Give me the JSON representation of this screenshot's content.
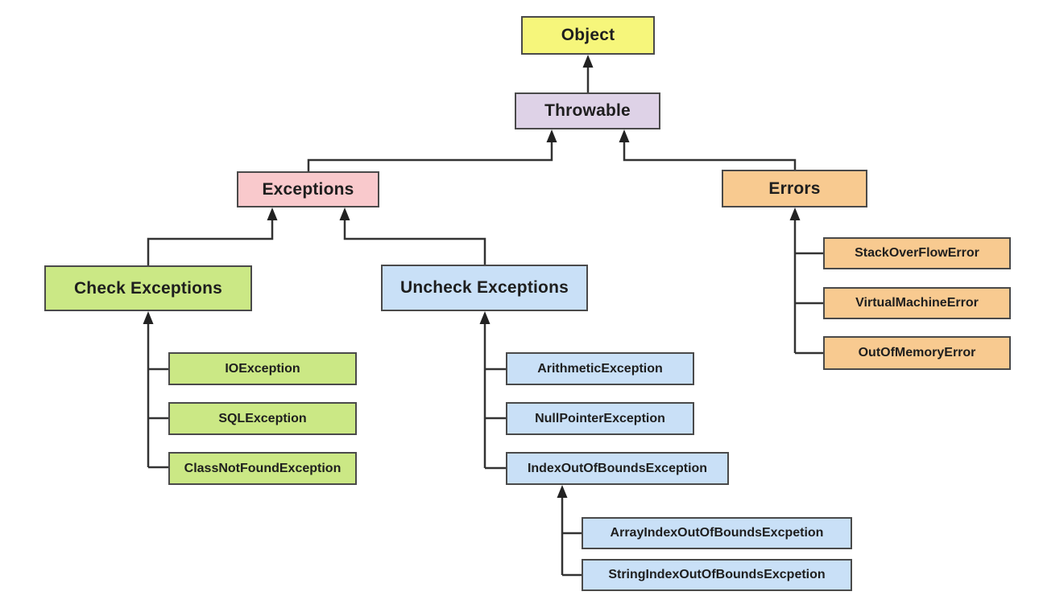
{
  "diagram": {
    "title": "Java Throwable class hierarchy",
    "palette": {
      "object_fill": "#f6f67b",
      "throwable_fill": "#ded2e7",
      "exceptions_fill": "#f9c9cc",
      "errors_fill": "#f8ca90",
      "checked_fill": "#cbe885",
      "unchecked_fill": "#c9e0f7",
      "border": "#4a4a4a",
      "line": "#333333",
      "text": "#1e1e1e",
      "background": "#ffffff"
    },
    "nodes": [
      {
        "id": "object",
        "label": "Object",
        "fill": "#f6f67b",
        "parent": null
      },
      {
        "id": "throwable",
        "label": "Throwable",
        "fill": "#ded2e7",
        "parent": "object"
      },
      {
        "id": "exceptions",
        "label": "Exceptions",
        "fill": "#f9c9cc",
        "parent": "throwable"
      },
      {
        "id": "errors",
        "label": "Errors",
        "fill": "#f8ca90",
        "parent": "throwable"
      },
      {
        "id": "check-exceptions",
        "label": "Check Exceptions",
        "fill": "#cbe885",
        "parent": "exceptions"
      },
      {
        "id": "uncheck-exceptions",
        "label": "Uncheck Exceptions",
        "fill": "#c9e0f7",
        "parent": "exceptions"
      },
      {
        "id": "io-exception",
        "label": "IOException",
        "fill": "#cbe885",
        "parent": "check-exceptions"
      },
      {
        "id": "sql-exception",
        "label": "SQLException",
        "fill": "#cbe885",
        "parent": "check-exceptions"
      },
      {
        "id": "class-not-found-exception",
        "label": "ClassNotFoundException",
        "fill": "#cbe885",
        "parent": "check-exceptions"
      },
      {
        "id": "arithmetic-exception",
        "label": "ArithmeticException",
        "fill": "#c9e0f7",
        "parent": "uncheck-exceptions"
      },
      {
        "id": "null-pointer-exception",
        "label": "NullPointerException",
        "fill": "#c9e0f7",
        "parent": "uncheck-exceptions"
      },
      {
        "id": "index-out-of-bounds-exception",
        "label": "IndexOutOfBoundsException",
        "fill": "#c9e0f7",
        "parent": "uncheck-exceptions"
      },
      {
        "id": "array-index-out-of-bounds-excpetion",
        "label": "ArrayIndexOutOfBoundsExcpetion",
        "fill": "#c9e0f7",
        "parent": "index-out-of-bounds-exception"
      },
      {
        "id": "string-index-out-of-bounds-excpetion",
        "label": "StringIndexOutOfBoundsExcpetion",
        "fill": "#c9e0f7",
        "parent": "index-out-of-bounds-exception"
      },
      {
        "id": "stack-overflow-error",
        "label": "StackOverFlowError",
        "fill": "#f8ca90",
        "parent": "errors"
      },
      {
        "id": "virtual-machine-error",
        "label": "VirtualMachineError",
        "fill": "#f8ca90",
        "parent": "errors"
      },
      {
        "id": "out-of-memory-error",
        "label": "OutOfMemoryError",
        "fill": "#f8ca90",
        "parent": "errors"
      }
    ]
  }
}
